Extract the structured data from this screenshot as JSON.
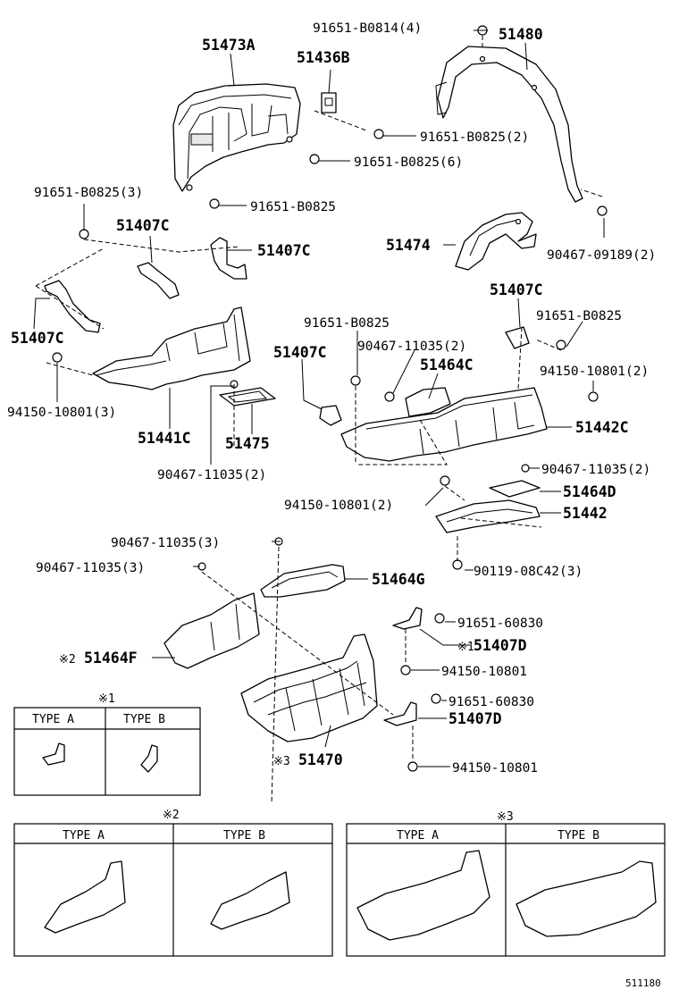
{
  "parts": {
    "p51473A": "51473A",
    "p51436B": "51436B",
    "p51480": "51480",
    "b91651_B0814_4": "91651-B0814(4)",
    "b91651_B0825_2": "91651-B0825(2)",
    "b91651_B0825_6": "91651-B0825(6)",
    "b91651_B0825_single_top": "91651-B0825",
    "b91651_B0825_3": "91651-B0825(3)",
    "p51407C_a": "51407C",
    "p51407C_b": "51407C",
    "p51407C_c": "51407C",
    "p51407C_d": "51407C",
    "p51407C_e": "51407C",
    "p51474": "51474",
    "b90467_09189_2": "90467-09189(2)",
    "b91651_B0825_mid": "91651-B0825",
    "b91651_B0825_right": "91651-B0825",
    "b90467_11035_2_mid": "90467-11035(2)",
    "p51464C": "51464C",
    "b94150_10801_2_right": "94150-10801(2)",
    "b94150_10801_3": "94150-10801(3)",
    "p51441C": "51441C",
    "p51475": "51475",
    "p51442C": "51442C",
    "b90467_11035_2_left": "90467-11035(2)",
    "b90467_11035_2_right": "90467-11035(2)",
    "p51464D": "51464D",
    "b94150_10801_2_mid": "94150-10801(2)",
    "p51442": "51442",
    "b90467_11035_3_a": "90467-11035(3)",
    "b90467_11035_3_b": "90467-11035(3)",
    "b90119_08C42_3": "90119-08C42(3)",
    "p51464G": "51464G",
    "b91651_60830_a": "91651-60830",
    "b91651_60830_b": "91651-60830",
    "p51407D_a": "51407D",
    "p51407D_b": "51407D",
    "b94150_10801_a": "94150-10801",
    "b94150_10801_b": "94150-10801",
    "p51464F": "51464F",
    "p51470": "51470"
  },
  "marks": {
    "m1": "※1",
    "m2": "※2",
    "m3": "※3"
  },
  "type_tables": {
    "type_a": "TYPE A",
    "type_b": "TYPE B"
  },
  "figure_id": "511180"
}
